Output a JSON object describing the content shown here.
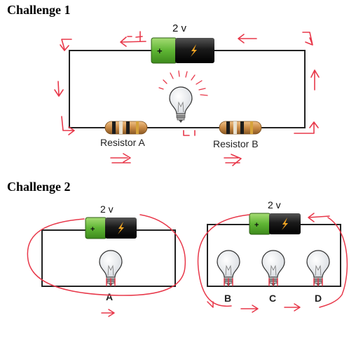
{
  "challenge1": {
    "heading": "Challenge 1",
    "battery_voltage": "2 v",
    "battery_plus": "+",
    "resistor_a_label": "Resistor A",
    "resistor_b_label": "Resistor B"
  },
  "challenge2": {
    "heading": "Challenge 2",
    "left_battery_voltage": "2 v",
    "right_battery_voltage": "2 v",
    "battery_plus": "+",
    "bulb_labels": [
      "A",
      "B",
      "C",
      "D"
    ]
  },
  "colors": {
    "wire": "#222222",
    "annotation": "#e8384a",
    "battery_green": "#6cbf3c",
    "battery_black": "#1b1b1b",
    "bolt": "#f5a623",
    "resistor_body": "#c98a45",
    "bulb_glass": "#f2f4f6"
  }
}
